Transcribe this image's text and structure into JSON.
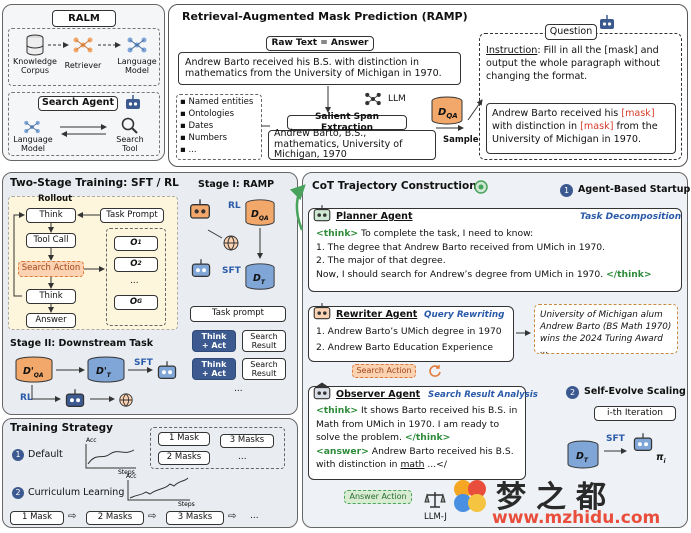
{
  "ralm": {
    "title": "RALM",
    "knowledge_corpus": "Knowledge\nCorpus",
    "retriever": "Retriever",
    "language_model": "Language\nModel",
    "search_agent": "Search Agent",
    "language_model_2": "Language\nModel",
    "search_tool": "Search\nTool"
  },
  "ramp": {
    "title": "Retrieval-Augmented Mask Prediction (RAMP)",
    "raw_text_label": "Raw Text = Answer",
    "raw_text": "Andrew Barto received his B.S. with distinction in mathematics from the University of Michigan in 1970.",
    "llm": "LLM",
    "entity_types": [
      "Named entities",
      "Ontologies",
      "Dates",
      "Numbers",
      "..."
    ],
    "salient_label": "Salient Span Extraction",
    "salient_text": "Andrew Barto, B.S., mathematics, University of Michigan, 1970",
    "dqa": "D",
    "dqa_sub": "QA",
    "sample": "Sample",
    "question_label": "Question",
    "instruction_head": "Instruction",
    "instruction_body": ": Fill in all the [mask] and output the whole paragraph without changing the format.",
    "masked_1": "Andrew Barto received his ",
    "mask_token": "[mask]",
    "masked_2": " with distinction in ",
    "masked_3": " from the University of Michigan in 1970."
  },
  "two_stage": {
    "title": "Two-Stage Training: SFT / RL",
    "rollout": "Rollout",
    "think": "Think",
    "task_prompt": "Task Prompt",
    "tool_call": "Tool Call",
    "search_action": "Search Action",
    "think2": "Think",
    "answer": "Answer",
    "o1": "O",
    "o1_sub": "1",
    "o2": "O",
    "o2_sub": "2",
    "og": "O",
    "og_sub": "G",
    "dots": "...",
    "stage1": "Stage I: RAMP",
    "rl": "RL",
    "sft": "SFT",
    "dqa": "D",
    "dqa_sub": "QA",
    "dt": "D",
    "dt_sub": "T",
    "task_prompt2": "Task prompt",
    "think_act": "Think\n+ Act",
    "search_result": "Search\nResult",
    "stage2": "Stage II: Downstream Task",
    "dqa_prime": "D'",
    "dqa_prime_sub": "QA",
    "dt_prime": "D'",
    "dt_prime_sub": "T",
    "sft2": "SFT",
    "rl2": "RL"
  },
  "strategy": {
    "title": "Training Strategy",
    "default": "Default",
    "curriculum": "Curriculum Learning",
    "acc": "Acc",
    "steps": "Steps",
    "mask_options": [
      "1 Mask",
      "3 Masks",
      "2 Masks",
      "..."
    ],
    "sequence": [
      "1 Mask",
      "2 Masks",
      "3 Masks",
      "..."
    ],
    "num1": "1",
    "num2": "2"
  },
  "cot": {
    "title": "CoT Trajectory Construction",
    "agent_startup": "Agent-Based Startup",
    "num1": "1",
    "planner_title": "Planner Agent",
    "task_decomp": "Task Decomposition",
    "planner_think": "<think>",
    "planner_l1": " To complete the task, I need to know:",
    "planner_l2": "1. The degree that Andrew Barto received from UMich in 1970.",
    "planner_l3": "2. The major of that degree.",
    "planner_l4": "Now, I should search for Andrew’s degree from UMich in 1970. ",
    "planner_end": "</think>",
    "rewriter_title": "Rewriter Agent",
    "query_rewriting": "Query Rewriting",
    "rewriter_l1": "1. Andrew Barto’s UMich degree in 1970",
    "rewriter_l2": "2. Andrew Barto Education Experience",
    "search_snippet": "University of Michigan alum Andrew Barto (BS Math 1970) wins the 2024 Turing Award ...",
    "search_action": "Search Action",
    "observer_title": "Observer Agent",
    "search_analysis": "Search Result Analysis",
    "obs_think": "<think>",
    "obs_l1": " It shows Barto received his B.S. in Math from UMich in 1970. I am ready to solve the problem. ",
    "obs_end": "</think>",
    "obs_answer": "<answer>",
    "obs_l2": " Andrew Barto received his B.S. with distinction in ",
    "obs_math": "math",
    "obs_l3": " ...</",
    "answer_action": "Answer Action",
    "llm_judge": "LLM-J",
    "self_evolve": "Self-Evolve Scaling",
    "num2": "2",
    "ith_iteration": "i-th Iteration",
    "sft": "SFT",
    "dt": "D",
    "dt_sub": "T",
    "pi": "π",
    "pi_sub": "i"
  },
  "watermark": {
    "chars": "梦之都",
    "url": "www.mzhidu.com"
  },
  "colors": {
    "panel_bg": "#eef1f5",
    "blue_dark": "#3c5a8f",
    "orange": "#f3a86b",
    "mask_red": "#d93a2b",
    "green_arrow": "#4aa35c"
  }
}
